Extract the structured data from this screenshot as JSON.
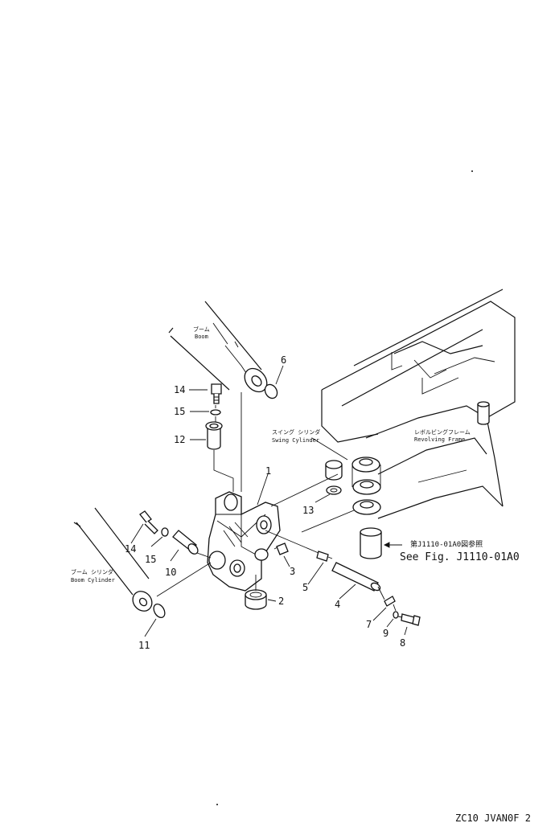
{
  "labels": {
    "boom_jp": "ブーム",
    "boom_en": "Boom",
    "swing_cyl_jp": "スイング シリンダ",
    "swing_cyl_en": "Swing Cylinder",
    "rev_frame_jp": "レボルビングフレーム",
    "rev_frame_en": "Revolving Frame",
    "boom_cyl_jp": "ブーム シリンダ",
    "boom_cyl_en": "Boom Cylinder",
    "see_fig_jp": "第J1110-01A0図参照",
    "see_fig_en": "See Fig. J1110-01A0",
    "footer": "ZC10 JVAN0F 2"
  },
  "callouts": {
    "n1": "1",
    "n2": "2",
    "n3": "3",
    "n4": "4",
    "n5": "5",
    "n6": "6",
    "n7": "7",
    "n8": "8",
    "n9": "9",
    "n10": "10",
    "n11": "11",
    "n12": "12",
    "n13": "13",
    "n14": "14",
    "n15": "15",
    "n14b": "14",
    "n15b": "15"
  }
}
